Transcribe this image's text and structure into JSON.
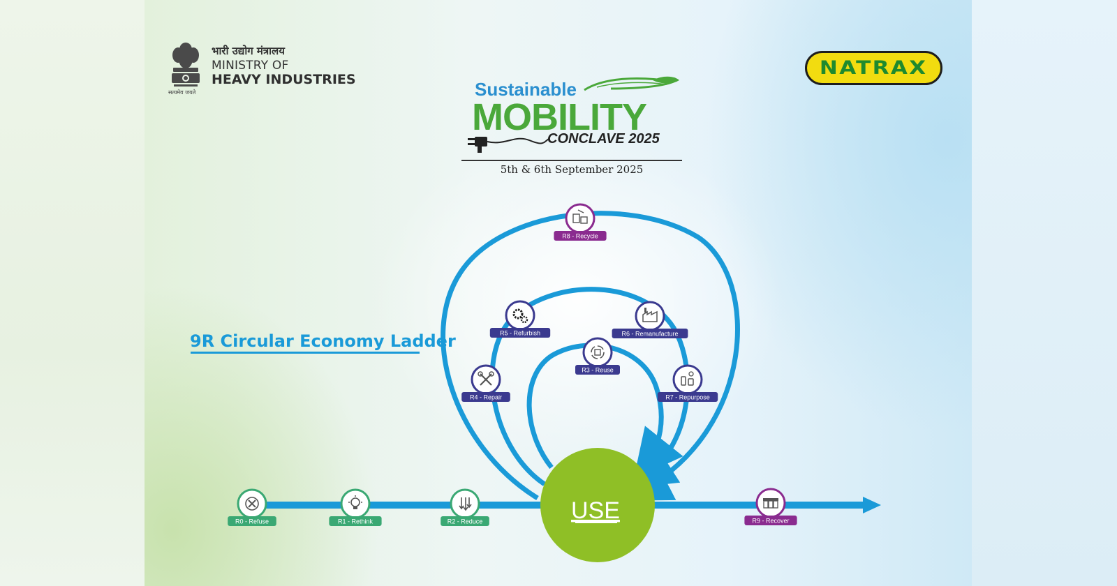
{
  "ministry": {
    "hindi": "भारी उद्योग मंत्रालय",
    "line1": "MINISTRY OF",
    "line2": "HEAVY INDUSTRIES",
    "motto": "सत्यमेव जयते"
  },
  "natrax": {
    "logo_text": "NATRAX"
  },
  "conclave": {
    "sustainable": "Sustainable",
    "mobility": "MOBILITY",
    "conclave": "CONCLAVE 2025",
    "dates": "5th & 6th September 2025"
  },
  "diagram": {
    "title": "9R Circular Economy Ladder",
    "center_label": "USE",
    "colors": {
      "line_blue": "#1a9ad8",
      "use_green": "#8fbf26",
      "linear_green": "#3aa873",
      "repair_indigo": "#3b3a8f",
      "recycle_purple": "#8a2b8f"
    },
    "nodes": [
      {
        "id": "r0",
        "label": "R0 - Refuse",
        "icon": "refuse-icon",
        "group": "linear"
      },
      {
        "id": "r1",
        "label": "R1 - Rethink",
        "icon": "lightbulb-icon",
        "group": "linear"
      },
      {
        "id": "r2",
        "label": "R2 - Reduce",
        "icon": "reduce-arrows-icon",
        "group": "linear"
      },
      {
        "id": "r3",
        "label": "R3 - Reuse",
        "icon": "reuse-cycle-icon",
        "group": "loop"
      },
      {
        "id": "r4",
        "label": "R4 - Repair",
        "icon": "tools-icon",
        "group": "loop"
      },
      {
        "id": "r5",
        "label": "R5 - Refurbish",
        "icon": "gears-icon",
        "group": "loop"
      },
      {
        "id": "r6",
        "label": "R6 - Remanufacture",
        "icon": "factory-icon",
        "group": "loop"
      },
      {
        "id": "r7",
        "label": "R7 - Repurpose",
        "icon": "bottles-icon",
        "group": "loop"
      },
      {
        "id": "r8",
        "label": "R8 - Recycle",
        "icon": "recycle-bins-icon",
        "group": "recycle"
      },
      {
        "id": "r9",
        "label": "R9 - Recover",
        "icon": "recover-bins-icon",
        "group": "recycle"
      }
    ]
  }
}
